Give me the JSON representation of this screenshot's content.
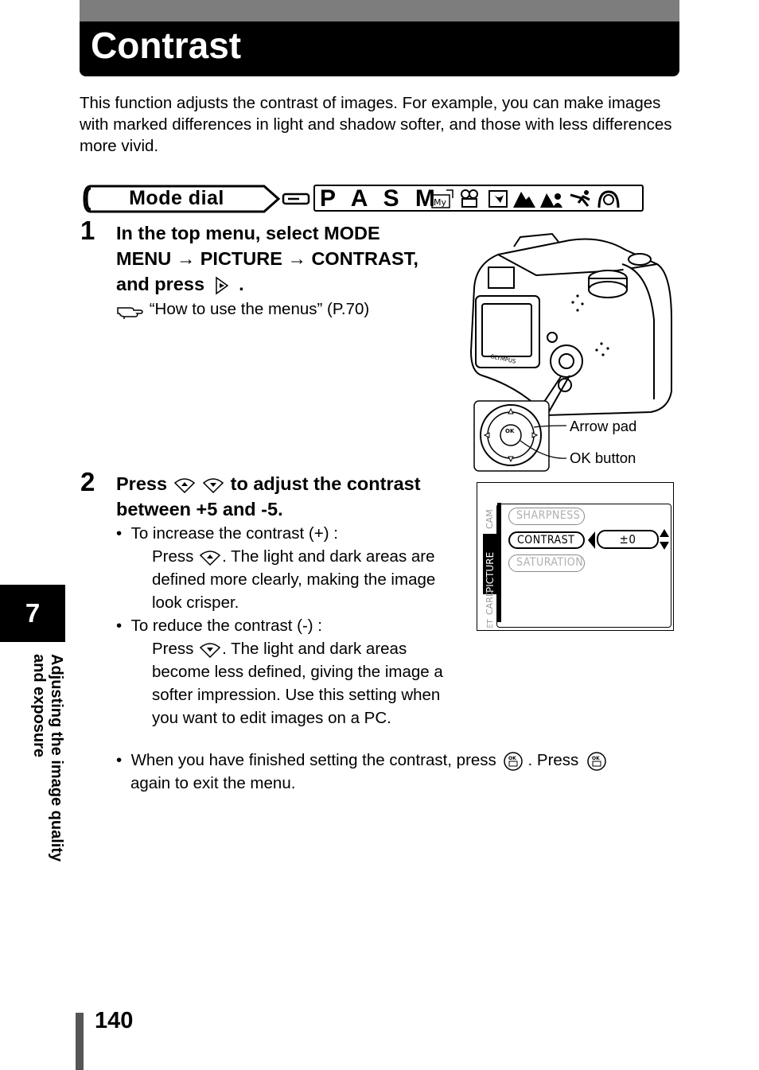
{
  "page": {
    "title": "Contrast",
    "intro": "This function adjusts the contrast of images. For example, you can make images with marked differences in light and shadow softer, and those with less differences more vivid.",
    "mode_dial": {
      "label": "Mode dial",
      "letters": "P A S M"
    },
    "step1": {
      "number": "1",
      "line1": "In the top menu, select MODE",
      "line2": "MENU → PICTURE → CONTRAST,",
      "line3_prefix": "and press",
      "line3_suffix": ".",
      "reference": "“How to use the menus” (P.70)"
    },
    "camera_labels": {
      "arrow_pad": "Arrow pad",
      "ok_button": "OK button",
      "brand": "OLYMPUS",
      "ok": "OK"
    },
    "step2": {
      "number": "2",
      "line1_prefix": "Press",
      "line1_suffix": "to adjust the contrast",
      "line2": "between +5 and -5.",
      "bullet1_title": "To increase the contrast (+) :",
      "bullet1_press": "Press",
      "bullet1_rest1": ". The light and dark areas are",
      "bullet1_rest2": "defined more clearly, making the image",
      "bullet1_rest3": "look crisper.",
      "bullet2_title": "To reduce the contrast (-) :",
      "bullet2_press": "Press",
      "bullet2_rest1": ". The light and dark areas",
      "bullet2_rest2": "become less defined, giving the image a",
      "bullet2_rest3": "softer impression. Use this setting when",
      "bullet2_rest4": "you want to edit images on a PC."
    },
    "final_note": {
      "part1": "When you have finished setting the contrast, press",
      "part2": ". Press",
      "line2": "again to exit the menu."
    },
    "menu_screen": {
      "tabs": [
        "CAM",
        "PICTURE",
        "CARD",
        "SET"
      ],
      "items": [
        "SHARPNESS",
        "CONTRAST",
        "SATURATION"
      ],
      "value": "±0"
    },
    "chapter": {
      "number": "7",
      "title_line1": "Adjusting the image quality",
      "title_line2": "and exposure"
    },
    "page_number": "140"
  }
}
